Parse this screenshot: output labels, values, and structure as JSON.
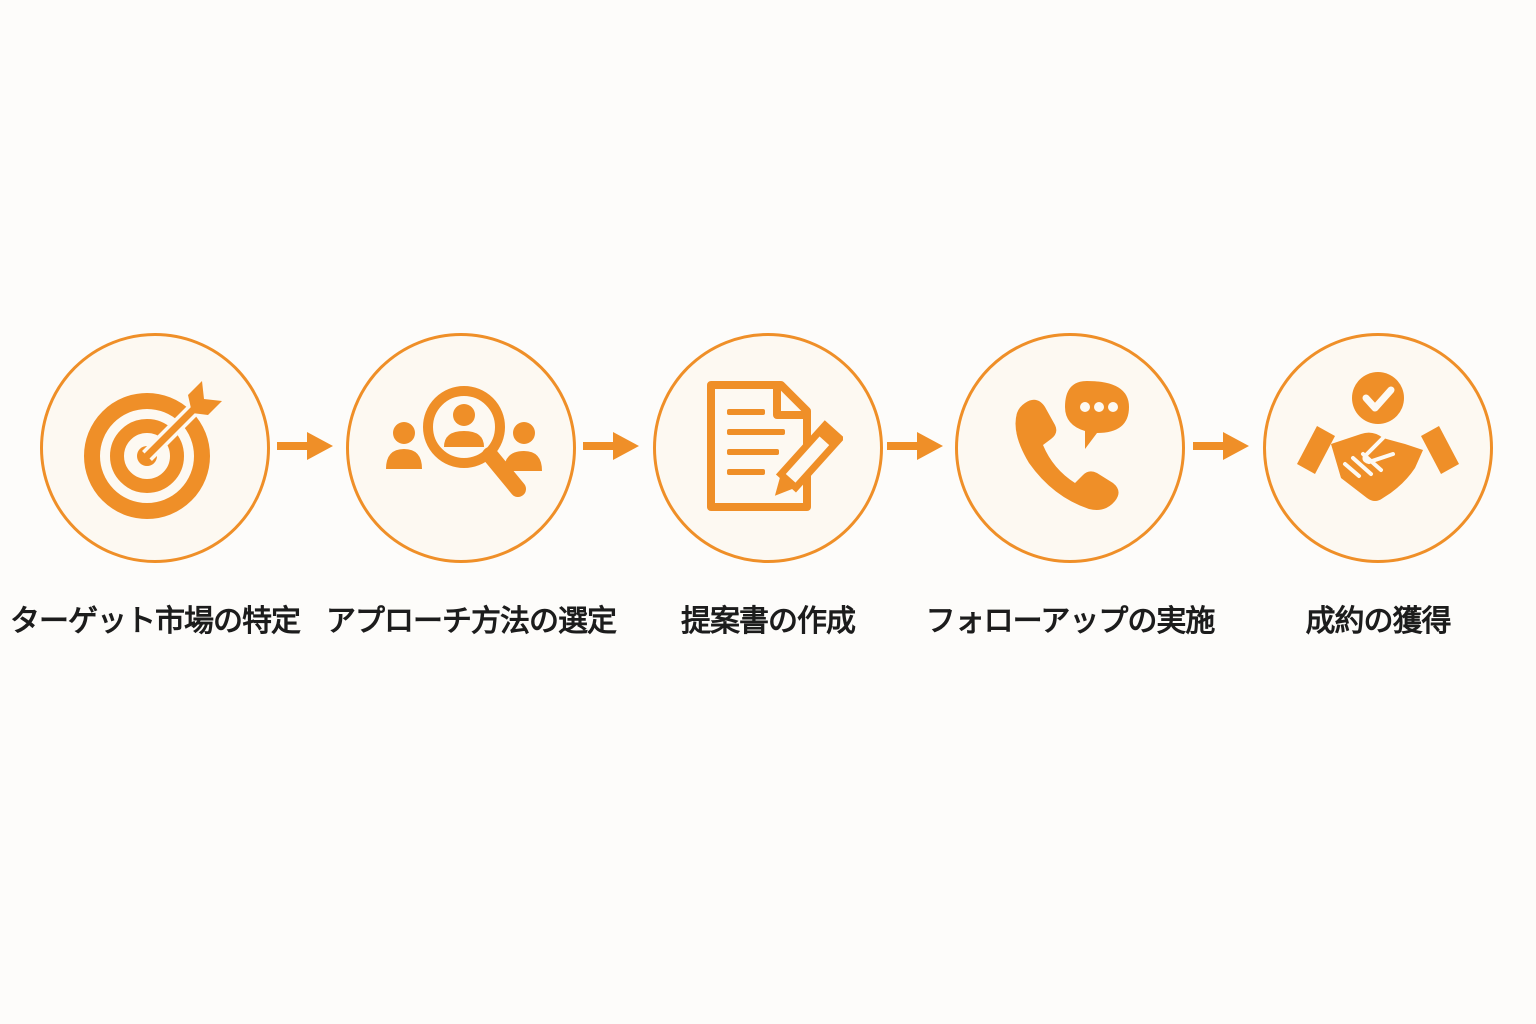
{
  "accent_color": "#ef8f28",
  "steps": [
    {
      "icon": "target-icon",
      "label": "ターゲット市場の特定"
    },
    {
      "icon": "people-search-icon",
      "label": "アプローチ方法の選定"
    },
    {
      "icon": "document-pencil-icon",
      "label": "提案書の作成"
    },
    {
      "icon": "phone-chat-icon",
      "label": "フォローアップの実施"
    },
    {
      "icon": "handshake-check-icon",
      "label": "成約の獲得"
    }
  ]
}
